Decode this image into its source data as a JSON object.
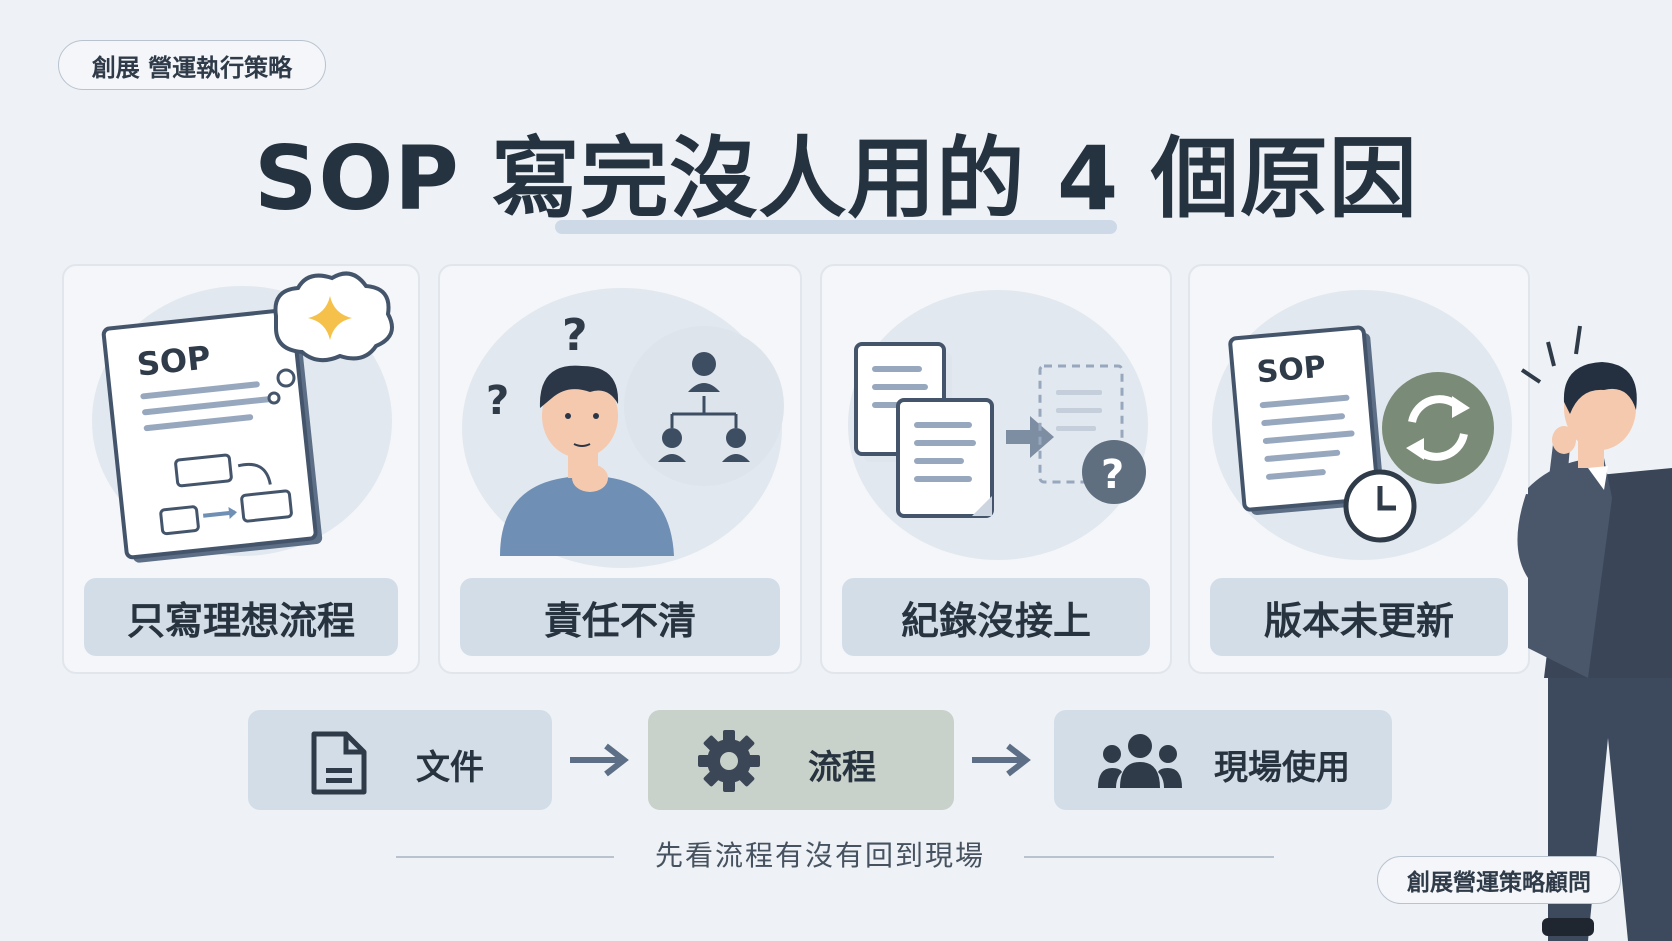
{
  "header": {
    "tag": "創展 營運執行策略",
    "title": "SOP 寫完沒人用的 4 個原因"
  },
  "reasons": [
    {
      "label": "只寫理想流程",
      "icon": "sop-document-thought-icon",
      "doc_text": "SOP"
    },
    {
      "label": "責任不清",
      "icon": "confused-person-org-chart-icon"
    },
    {
      "label": "紀錄沒接上",
      "icon": "documents-missing-record-icon"
    },
    {
      "label": "版本未更新",
      "icon": "sop-outdated-refresh-icon",
      "doc_text": "SOP"
    }
  ],
  "flow": [
    {
      "label": "文件",
      "icon": "document-icon"
    },
    {
      "label": "流程",
      "icon": "gear-icon"
    },
    {
      "label": "現場使用",
      "icon": "people-group-icon"
    }
  ],
  "footer": {
    "note": "先看流程有沒有回到現場",
    "brand": "創展營運策略顧問"
  },
  "colors": {
    "background": "#eef2f6",
    "title": "#25323f",
    "label_bg": "#d3dde8",
    "flow_gear_bg": "#c9d1cb",
    "accent_blue": "#6f8fb5",
    "accent_green": "#7a8b78",
    "accent_yellow": "#f5c14a"
  }
}
